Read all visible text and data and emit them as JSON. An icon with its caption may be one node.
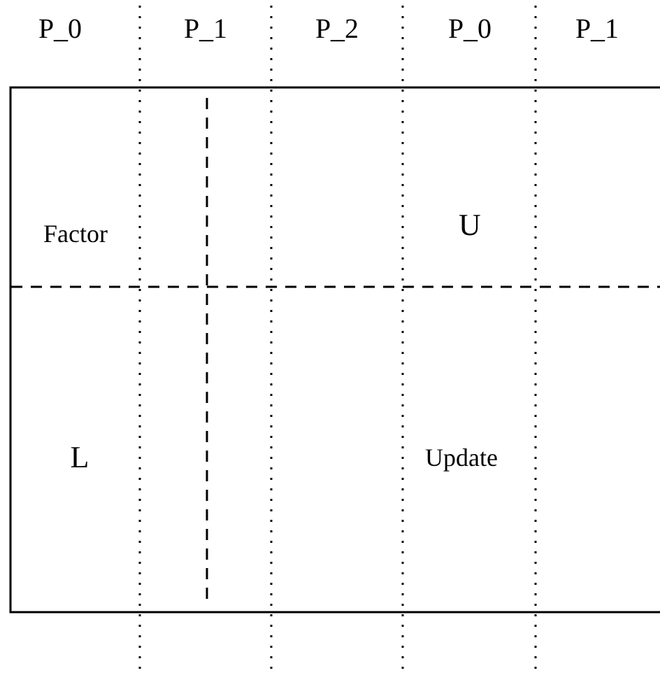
{
  "diagram": {
    "labels": [
      "P_0",
      "P_1",
      "P_2",
      "P_0",
      "P_1",
      "Factor",
      "U",
      "L",
      "Update"
    ]
  }
}
